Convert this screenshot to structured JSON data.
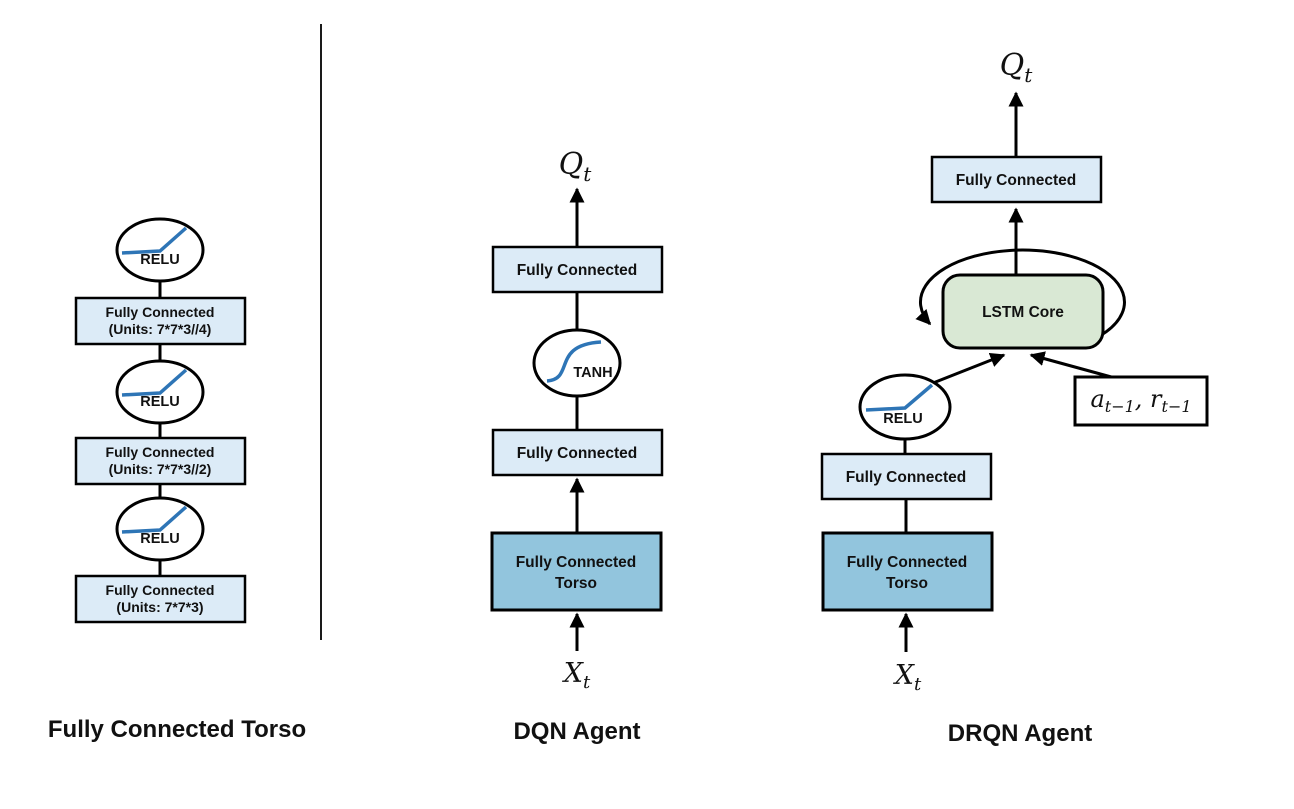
{
  "colors": {
    "light_blue": "#dcebf7",
    "torso_blue": "#92c5dd",
    "lstm_green": "#d9e8d4",
    "history_white": "#ffffff",
    "curve_blue": "#2e75b6",
    "line_black": "#000000"
  },
  "icons": {
    "relu": "relu-activation-curve",
    "tanh": "tanh-s-curve",
    "arrow": "solid-triangle-arrowhead"
  },
  "torso_panel": {
    "caption": "Fully Connected Torso",
    "activations": [
      "RELU",
      "RELU",
      "RELU"
    ],
    "layers": [
      {
        "name": "Fully Connected",
        "units": "(Units: 7*7*3//4)"
      },
      {
        "name": "Fully Connected",
        "units": "(Units: 7*7*3//2)"
      },
      {
        "name": "Fully Connected",
        "units": "(Units: 7*7*3)"
      }
    ]
  },
  "dqn_panel": {
    "caption": "DQN Agent",
    "output": {
      "base": "Q",
      "sub": "t"
    },
    "fc_output_label": "Fully Connected",
    "activation": "TANH",
    "fc_hidden_label": "Fully Connected",
    "torso": {
      "line1": "Fully Connected",
      "line2": "Torso"
    },
    "input": {
      "base": "X",
      "sub": "t"
    }
  },
  "drqn_panel": {
    "caption": "DRQN Agent",
    "output": {
      "base": "Q",
      "sub": "t"
    },
    "fc_output_label": "Fully Connected",
    "lstm_label": "LSTM Core",
    "activation": "RELU",
    "history": {
      "a_base": "a",
      "a_sub": "t−1",
      "separator": ", ",
      "r_base": "r",
      "r_sub": "t−1"
    },
    "fc_hidden_label": "Fully Connected",
    "torso": {
      "line1": "Fully Connected",
      "line2": "Torso"
    },
    "input": {
      "base": "X",
      "sub": "t"
    }
  }
}
